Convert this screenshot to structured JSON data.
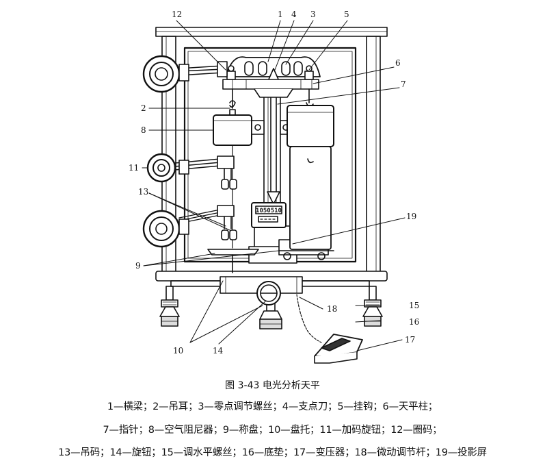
{
  "callouts": {
    "n1": "1",
    "n2": "2",
    "n3": "3",
    "n4": "4",
    "n5": "5",
    "n6": "6",
    "n7": "7",
    "n8": "8",
    "n9": "9",
    "n10": "10",
    "n11": "11",
    "n12": "12",
    "n13": "13",
    "n14": "14",
    "n15": "15",
    "n16": "16",
    "n17": "17",
    "n18": "18",
    "n19": "19"
  },
  "display_reading": "1050510",
  "caption": {
    "title": "图 3-43    电光分析天平",
    "line1": "1—横梁；2—吊耳；3—零点调节螺丝；4—支点刀；5—挂钩；6—天平柱；",
    "line2": "7—指针；8—空气阻尼器；9—称盘；10—盘托；11—加码旋钮；12—圈码；",
    "line3": "13—吊码；14—旋钮；15—调水平螺丝；16—底垫；17—变压器；18—微动调节杆；19—投影屏"
  }
}
